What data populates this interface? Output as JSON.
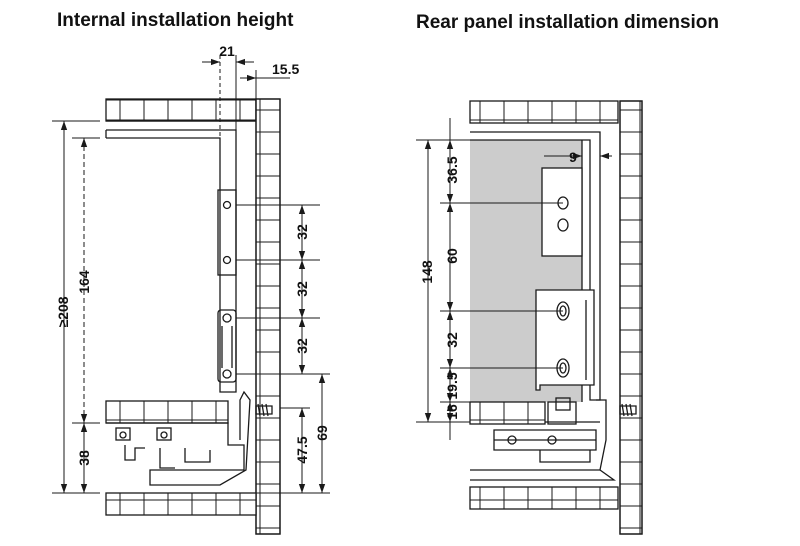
{
  "left_panel": {
    "title": "Internal installation height",
    "dims": {
      "top_width": "21",
      "top_offset": "15.5",
      "overall": "≥208",
      "inner": "164",
      "bottom": "38",
      "pitch1": "32",
      "pitch2": "32",
      "pitch3": "32",
      "lower1": "47.5",
      "lower2": "69"
    }
  },
  "right_panel": {
    "title": "Rear panel installation dimension",
    "dims": {
      "top_offset": "9",
      "total": "148",
      "top": "36.5",
      "mid": "60",
      "pitch": "32",
      "lower": "19.5",
      "bottom": "16"
    }
  },
  "colors": {
    "line": "#1a1a1a",
    "panel_fill": "#cccccc",
    "background": "#ffffff"
  }
}
